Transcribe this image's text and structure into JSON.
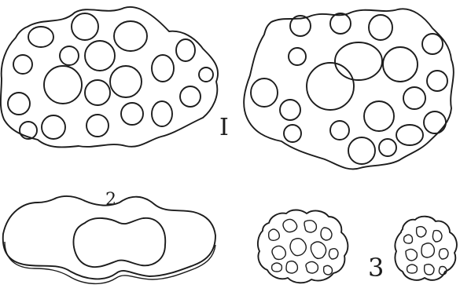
{
  "figure_labels": {
    "fig1": "I",
    "fig2": "2",
    "fig3": "3"
  },
  "colors": {
    "ink": "#1c1c1c",
    "paper": "#ffffff"
  }
}
